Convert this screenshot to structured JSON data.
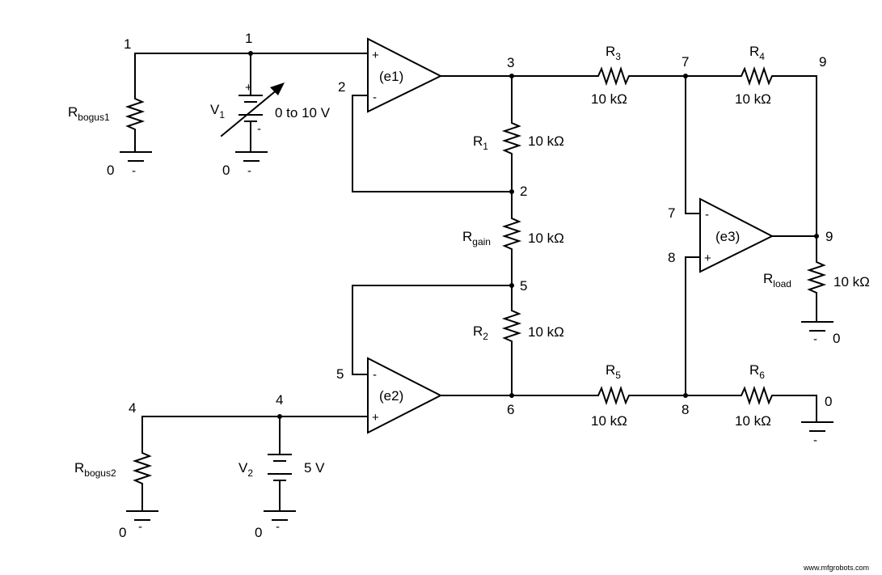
{
  "nodes": {
    "n1": "1",
    "n2": "2",
    "n3": "3",
    "n4": "4",
    "n5": "5",
    "n6": "6",
    "n7": "7",
    "n8": "8",
    "n9": "9",
    "gnd": "0"
  },
  "opamps": [
    {
      "id": "e1",
      "label": "(e1)",
      "plus": "+",
      "minus": "-"
    },
    {
      "id": "e2",
      "label": "(e2)",
      "plus": "+",
      "minus": "-"
    },
    {
      "id": "e3",
      "label": "(e3)",
      "plus": "+",
      "minus": "-"
    }
  ],
  "resistors": [
    {
      "id": "Rbogus1",
      "name": "R",
      "sub": "bogus1",
      "value": ""
    },
    {
      "id": "Rbogus2",
      "name": "R",
      "sub": "bogus2",
      "value": ""
    },
    {
      "id": "R1",
      "name": "R",
      "sub": "1",
      "value": "10 kΩ"
    },
    {
      "id": "Rgain",
      "name": "R",
      "sub": "gain",
      "value": "10 kΩ"
    },
    {
      "id": "R2",
      "name": "R",
      "sub": "2",
      "value": "10 kΩ"
    },
    {
      "id": "R3",
      "name": "R",
      "sub": "3",
      "value": "10 kΩ"
    },
    {
      "id": "R4",
      "name": "R",
      "sub": "4",
      "value": "10 kΩ"
    },
    {
      "id": "R5",
      "name": "R",
      "sub": "5",
      "value": "10 kΩ"
    },
    {
      "id": "R6",
      "name": "R",
      "sub": "6",
      "value": "10 kΩ"
    },
    {
      "id": "Rload",
      "name": "R",
      "sub": "load",
      "value": "10 kΩ"
    }
  ],
  "sources": [
    {
      "id": "V1",
      "name": "V",
      "sub": "1",
      "value": "0 to 10 V",
      "plus": "+",
      "minus": "-",
      "variable": true
    },
    {
      "id": "V2",
      "name": "V",
      "sub": "2",
      "value": "5 V",
      "plus": "",
      "minus": "-",
      "variable": false
    }
  ],
  "ground_marks": {
    "minus": "-"
  },
  "watermark": "www.mfgrobots.com"
}
